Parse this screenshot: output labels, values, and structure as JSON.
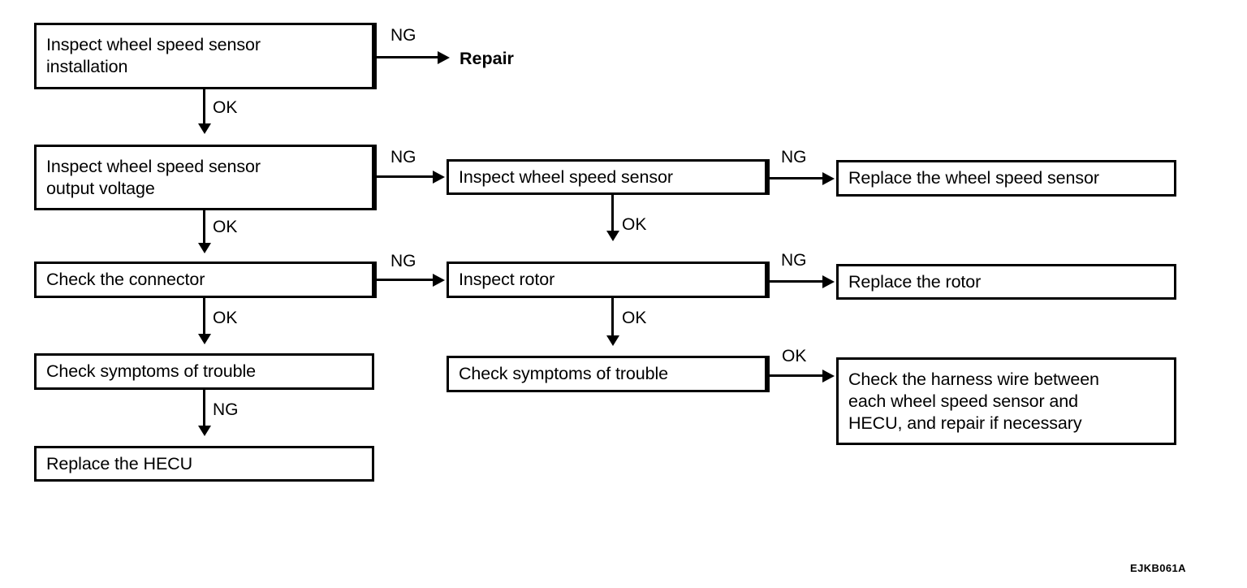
{
  "figure": {
    "id_label": "EJKB061A",
    "type": "troubleshooting-flowchart"
  },
  "nodes": {
    "inspect_installation": "Inspect wheel speed sensor\ninstallation",
    "repair": "Repair",
    "inspect_output_voltage": "Inspect wheel speed sensor\noutput voltage",
    "inspect_wheel_speed_sensor": "Inspect wheel speed sensor",
    "replace_wheel_speed_sensor": "Replace the wheel speed sensor",
    "check_the_connector": "Check the connector",
    "inspect_rotor": "Inspect rotor",
    "replace_the_rotor": "Replace the rotor",
    "check_symptoms_left": "Check symptoms of trouble",
    "check_symptoms_middle": "Check symptoms of trouble",
    "check_harness_wire": "Check the harness wire between\neach wheel speed sensor and\nHECU, and repair if necessary",
    "replace_the_hecu": "Replace the HECU"
  },
  "edges": {
    "e1_installation_ng": "NG",
    "e2_installation_ok": "OK",
    "e3_output_voltage_ng": "NG",
    "e4_output_voltage_ok": "OK",
    "e5_sensor_ng": "NG",
    "e6_sensor_ok": "OK",
    "e7_connector_ng": "NG",
    "e8_connector_ok": "OK",
    "e9_rotor_ng": "NG",
    "e10_rotor_ok": "OK",
    "e11_symptoms_left_ng": "NG",
    "e12_symptoms_middle_ok": "OK"
  },
  "colors": {
    "stroke": "#000000",
    "fill": "#ffffff",
    "text": "#000000"
  }
}
